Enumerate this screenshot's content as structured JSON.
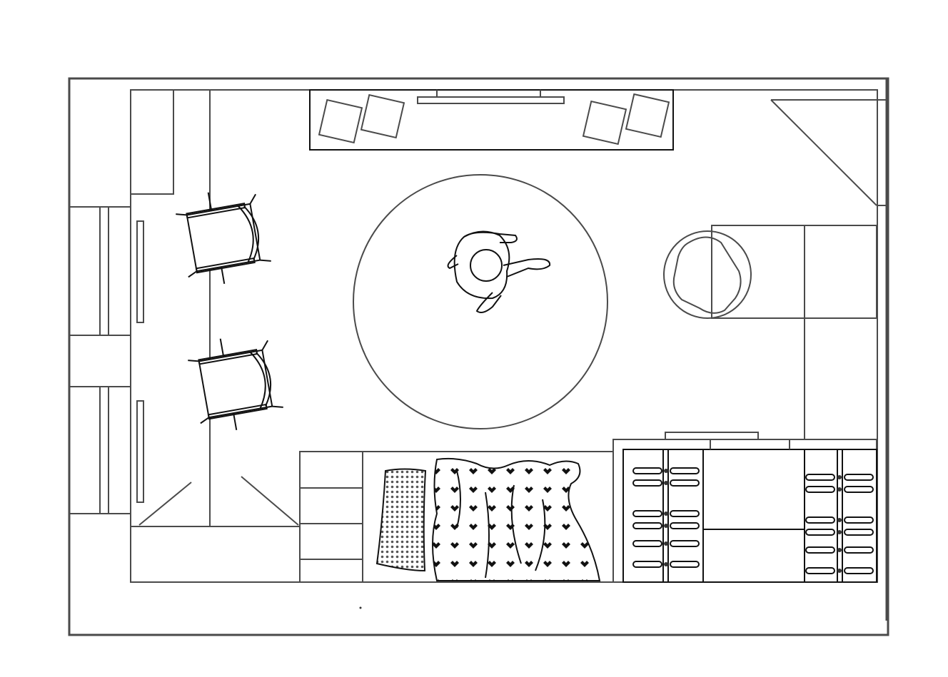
{
  "diagram": {
    "kind": "floor-plan",
    "colors": {
      "line": "#4a4a4a",
      "ink": "#111111",
      "background": "#ffffff"
    },
    "furniture": [
      "armchair",
      "armchair",
      "round-rug",
      "person",
      "desk",
      "bed",
      "wardrobe",
      "round-chair",
      "corner-shelf",
      "door"
    ]
  }
}
